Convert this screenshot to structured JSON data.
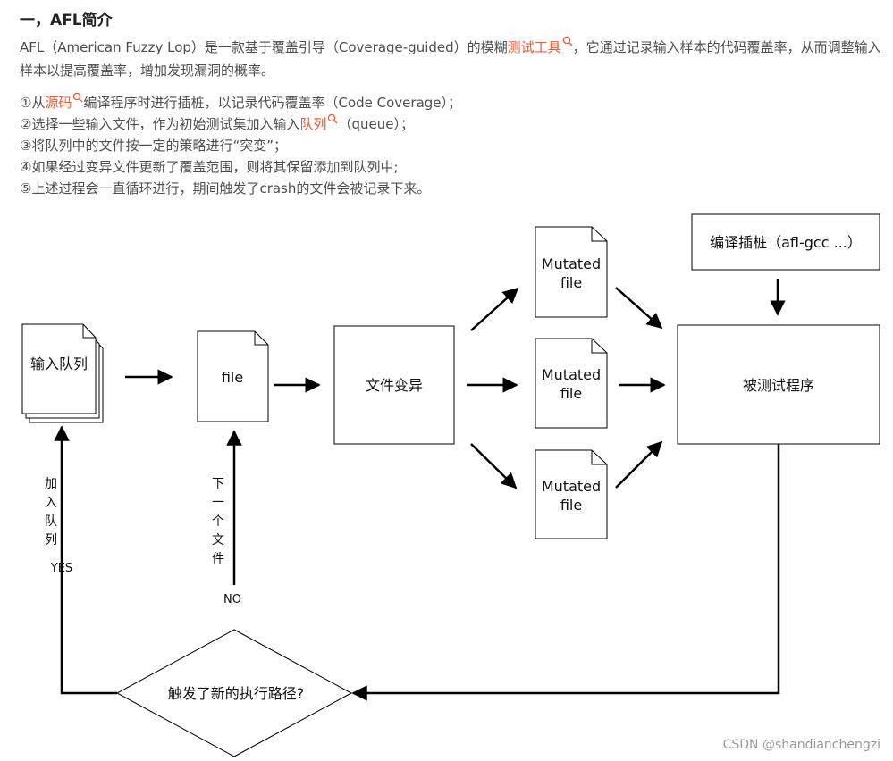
{
  "heading": "一，AFL简介",
  "intro": {
    "part1": "AFL（American Fuzzy Lop）是一款基于覆盖引导（Coverage-guided）的模糊",
    "link1": "测试工具",
    "part2": "，它通过记录输入样本的代码覆盖率，从而调整输入样本以提高覆盖率，增加发现漏洞的概率。"
  },
  "steps": [
    {
      "pre": "①从",
      "link": "源码",
      "post": "编译程序时进行插桩，以记录代码覆盖率（Code Coverage）；"
    },
    {
      "pre": "②选择一些输入文件，作为初始测试集加入输入",
      "link": "队列",
      "post": "（queue）；"
    },
    {
      "pre": "③将队列中的文件按一定的策略进行“突变”；",
      "link": "",
      "post": ""
    },
    {
      "pre": "④如果经过变异文件更新了覆盖范围，则将其保留添加到队列中;",
      "link": "",
      "post": ""
    },
    {
      "pre": "⑤上述过程会一直循环进行，期间触发了crash的文件会被记录下来。",
      "link": "",
      "post": ""
    }
  ],
  "diagram": {
    "queue": "输入队列",
    "file": "file",
    "mutate": "文件变异",
    "mutated_line1": "Mutated",
    "mutated_line2": "file",
    "compile": "编译插桩（afl-gcc ...）",
    "target": "被测试程序",
    "decision": "触发了新的执行路径?",
    "yes": "YES",
    "no": "NO",
    "add_queue_chars": [
      "加",
      "入",
      "队",
      "列"
    ],
    "next_file_chars": [
      "下",
      "一",
      "个",
      "文",
      "件"
    ]
  },
  "watermark": "CSDN @shandianchengzi",
  "colors": {
    "link": "#fc5531",
    "text": "#4d4d4d"
  }
}
